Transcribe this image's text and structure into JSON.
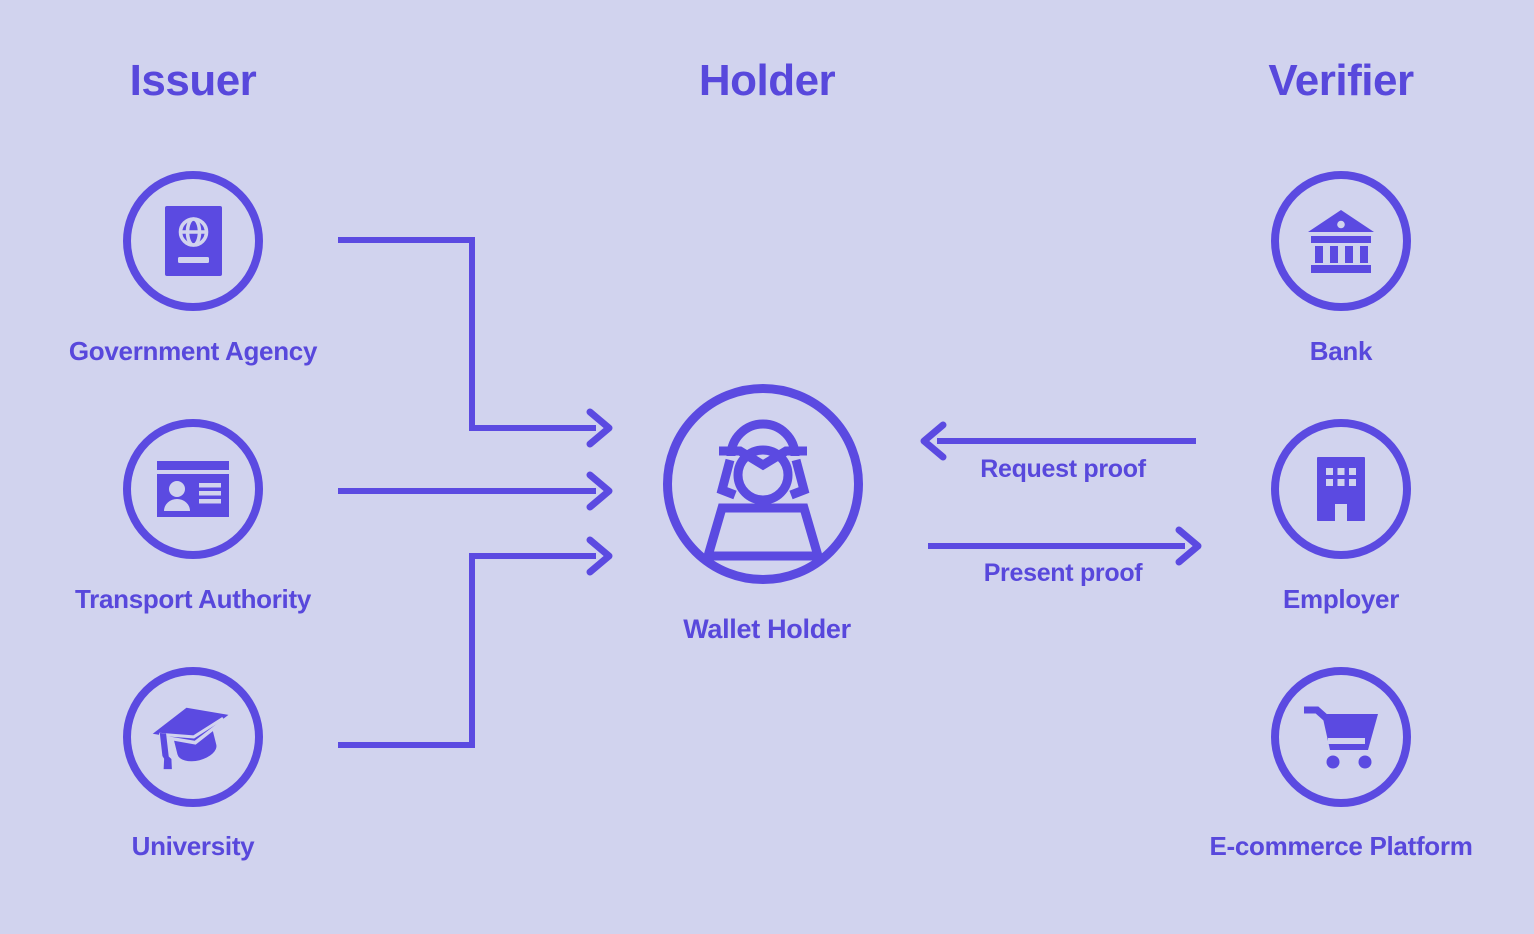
{
  "palette": {
    "background": "#d1d3ee",
    "accent": "#5b4ae1",
    "text": "#5848dc"
  },
  "columns": [
    {
      "id": "issuer",
      "title": "Issuer"
    },
    {
      "id": "holder",
      "title": "Holder"
    },
    {
      "id": "verifier",
      "title": "Verifier"
    }
  ],
  "issuer_nodes": [
    {
      "label": "Government Agency",
      "icon": "passport-icon"
    },
    {
      "label": "Transport Authority",
      "icon": "id-card-icon"
    },
    {
      "label": "University",
      "icon": "graduation-cap-icon"
    }
  ],
  "holder_node": {
    "label": "Wallet Holder",
    "icon": "wallet-holder-person-icon"
  },
  "verifier_nodes": [
    {
      "label": "Bank",
      "icon": "bank-icon"
    },
    {
      "label": "Employer",
      "icon": "office-building-icon"
    },
    {
      "label": "E-commerce Platform",
      "icon": "shopping-cart-icon"
    }
  ],
  "flow_labels": {
    "request": "Request proof",
    "present": "Present proof"
  }
}
